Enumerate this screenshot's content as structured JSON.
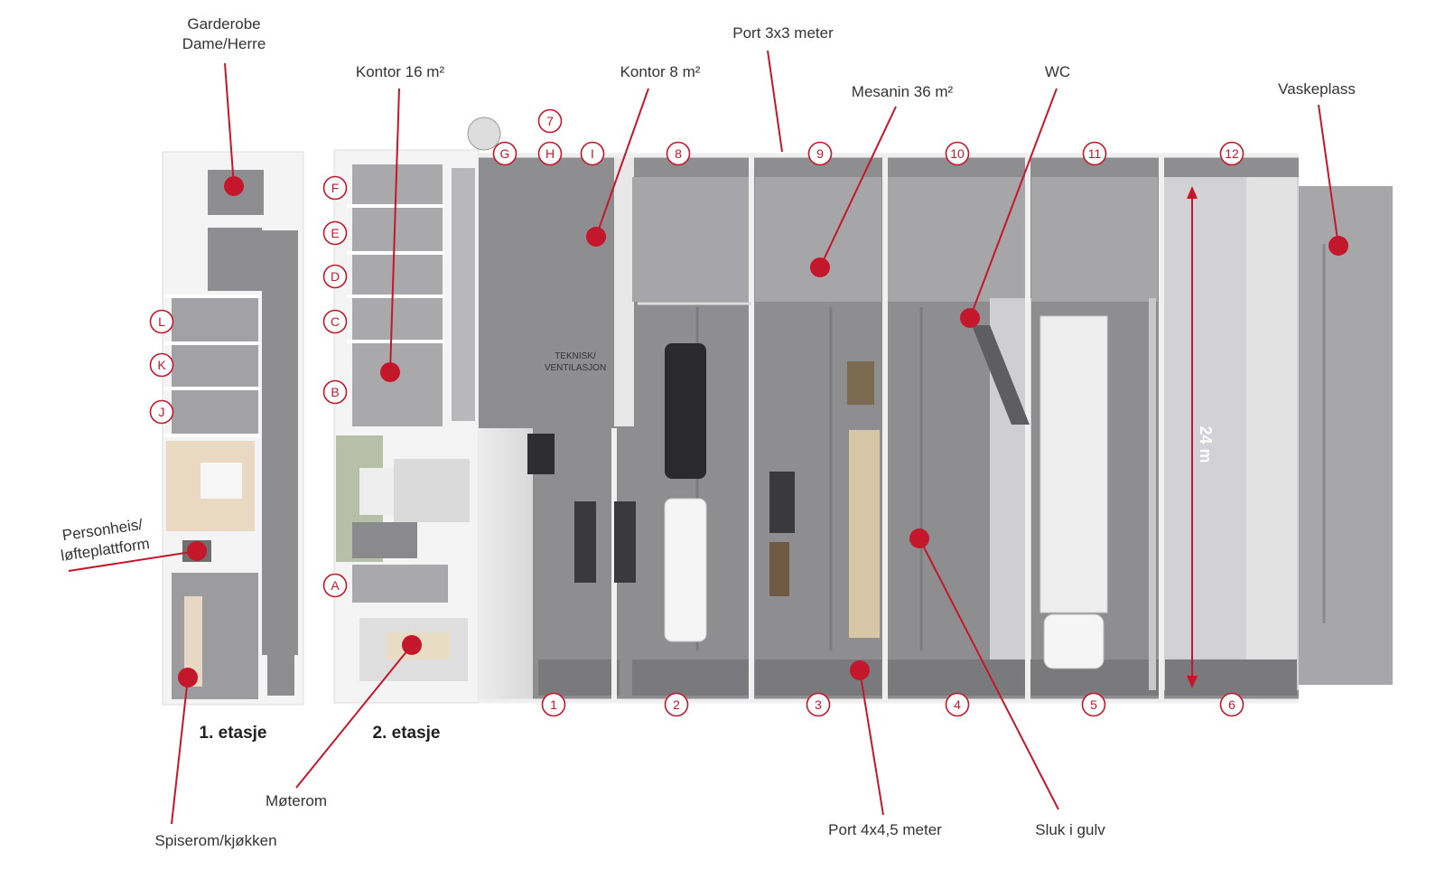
{
  "labels": {
    "garderobe_1": "Garderobe",
    "garderobe_2": "Dame/Herre",
    "kontor16": "Kontor 16 m²",
    "kontor8": "Kontor 8 m²",
    "port3x3": "Port 3x3 meter",
    "mesanin": "Mesanin 36 m²",
    "wc": "WC",
    "vaskeplass": "Vaskeplass",
    "personheis_1": "Personheis/",
    "personheis_2": "løfteplattform",
    "moterom": "Møterom",
    "spiserom": "Spiserom/kjøkken",
    "port4x45": "Port 4x4,5 meter",
    "sluk": "Sluk i gulv",
    "teknisk_1": "TEKNISK/",
    "teknisk_2": "VENTILASJON",
    "dimension": "24 m"
  },
  "floors": {
    "first": "1. etasje",
    "second": "2. etasje"
  },
  "markers": {
    "offices_floor1": [
      "L",
      "K",
      "J"
    ],
    "offices_floor2": [
      "F",
      "E",
      "D",
      "C",
      "B",
      "A"
    ],
    "offices_small": [
      "G",
      "H",
      "I"
    ],
    "small_num": "7",
    "top_units": [
      "8",
      "9",
      "10",
      "11",
      "12"
    ],
    "bottom_units": [
      "1",
      "2",
      "3",
      "4",
      "5",
      "6"
    ]
  },
  "colors": {
    "accent": "#c4172c",
    "text": "#333333",
    "floor_grey": "#8e8e90",
    "wall": "#f2f2f2",
    "wash_bay": "#a7a7a9"
  }
}
